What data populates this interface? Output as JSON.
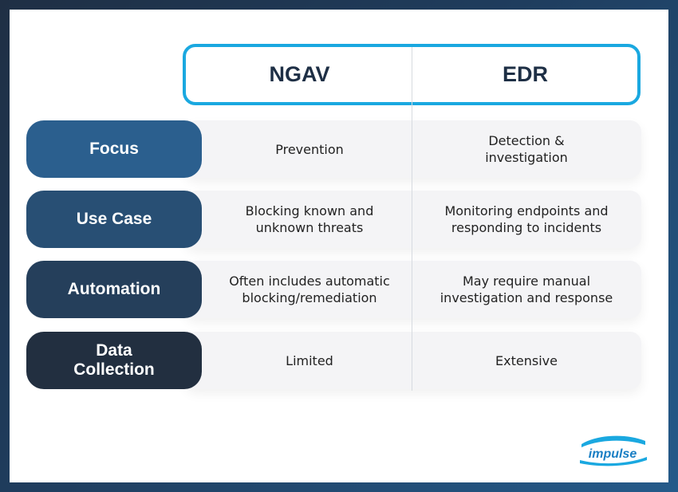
{
  "header": {
    "col1": "NGAV",
    "col2": "EDR"
  },
  "rows": [
    {
      "label": "Focus",
      "ngav": "Prevention",
      "edr": "Detection &\ninvestigation",
      "color": "#2b5f8e"
    },
    {
      "label": "Use Case",
      "ngav": "Blocking known and\nunknown threats",
      "edr": "Monitoring endpoints and\nresponding to incidents",
      "color": "#284f74"
    },
    {
      "label": "Automation",
      "ngav": "Often includes automatic\nblocking/remediation",
      "edr": "May require manual\ninvestigation and response",
      "color": "#253f5b"
    },
    {
      "label": "Data\nCollection",
      "ngav": "Limited",
      "edr": "Extensive",
      "color": "#222f40"
    }
  ],
  "brand": {
    "logo_text": "impulse",
    "accent": "#1aa8e0"
  }
}
